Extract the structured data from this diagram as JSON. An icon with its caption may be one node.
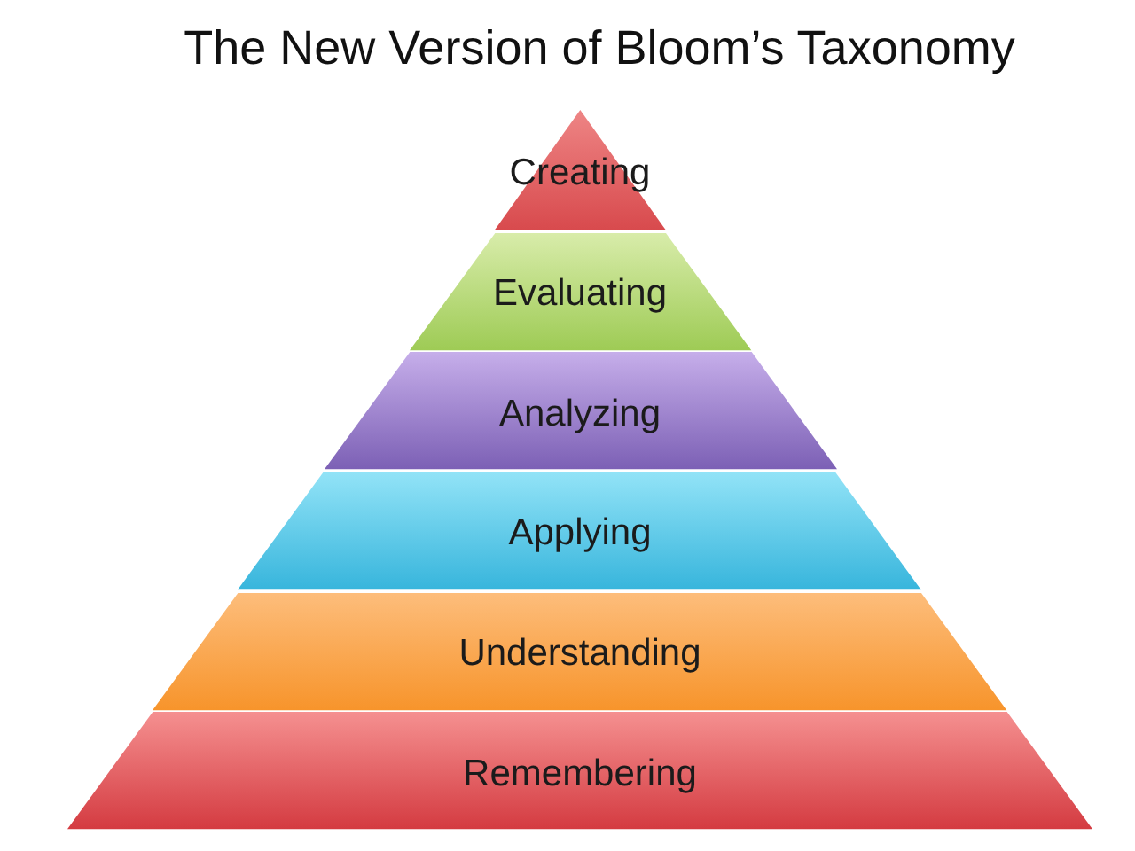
{
  "diagram": {
    "title": "The New Version of Bloom’s Taxonomy",
    "nodes": [
      {
        "text": [
          "Creating"
        ]
      },
      {
        "text": [
          "Evaluating"
        ]
      },
      {
        "text": [
          "Analyzing"
        ]
      },
      {
        "text": [
          "Applying"
        ]
      },
      {
        "text": [
          "Understanding"
        ]
      },
      {
        "text": [
          "Remembering"
        ]
      }
    ]
  }
}
